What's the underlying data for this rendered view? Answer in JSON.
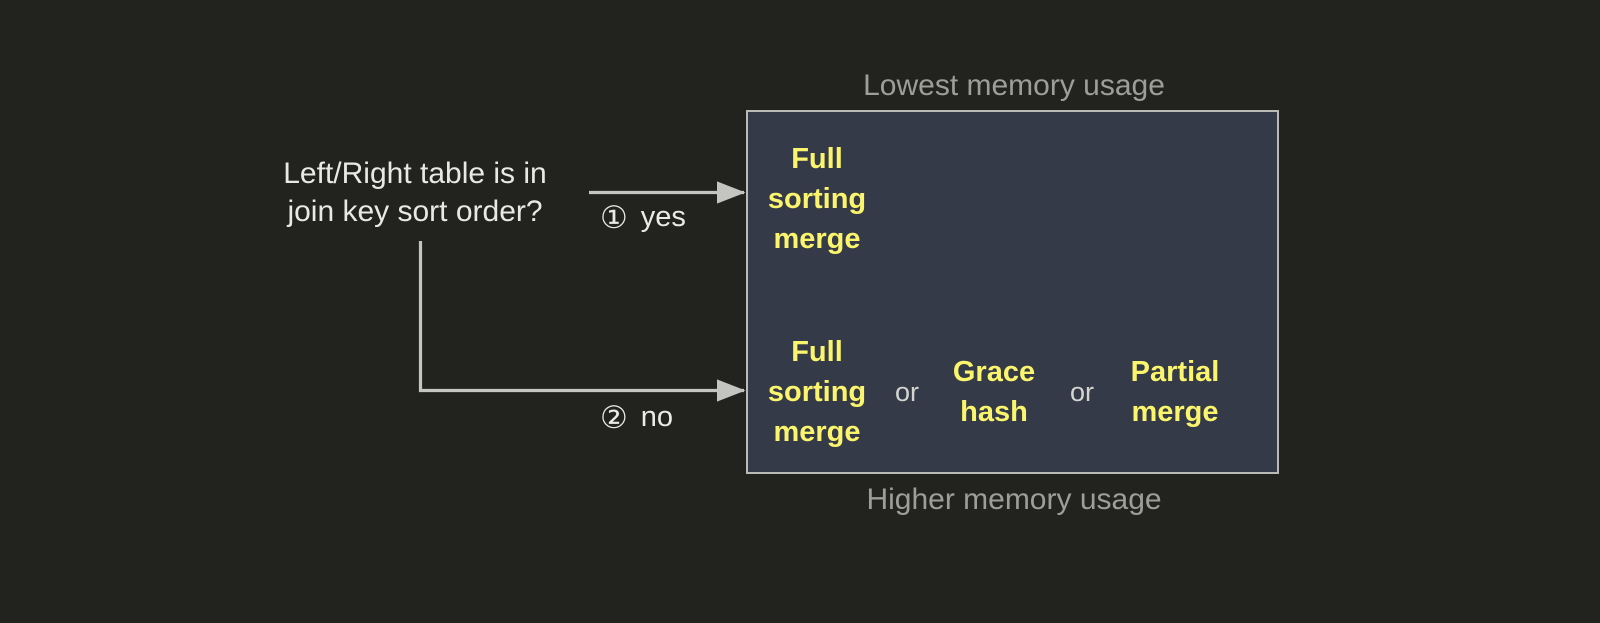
{
  "diagram": {
    "question": "Left/Right table is in\njoin key sort order?",
    "branches": [
      {
        "num": "①",
        "label": "yes"
      },
      {
        "num": "②",
        "label": "no"
      }
    ],
    "captions": {
      "top": "Lowest memory usage",
      "bottom": "Higher memory usage"
    },
    "outcomes": {
      "sorted": {
        "options": [
          "Full\nsorting\nmerge"
        ]
      },
      "unsorted": {
        "options": [
          "Full\nsorting\nmerge",
          "Grace\nhash",
          "Partial\nmerge"
        ],
        "separators": [
          "or",
          "or"
        ]
      }
    },
    "colors": {
      "background": "#22231f",
      "box_fill": "#343a47",
      "box_border": "#b9b9b5",
      "option_text": "#fbf46d",
      "body_text": "#e8e8e5",
      "caption_text": "#9d9d99",
      "connector": "#c4c4c0"
    }
  }
}
